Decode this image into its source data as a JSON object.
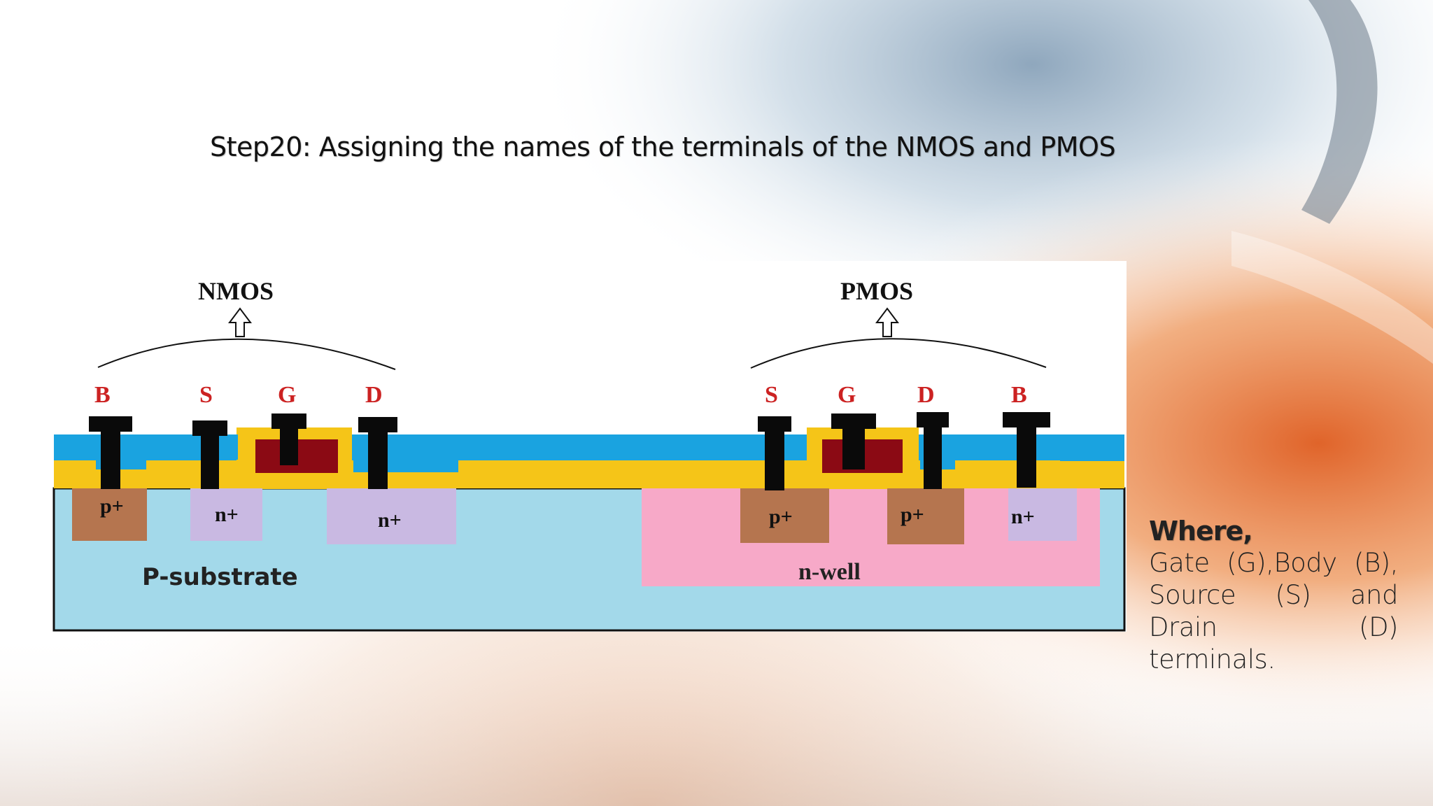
{
  "slide": {
    "title": "Step20: Assigning the names of the terminals of the NMOS and PMOS"
  },
  "diagram": {
    "nmos_label": "NMOS",
    "pmos_label": "PMOS",
    "nmos_terminals": [
      "B",
      "S",
      "G",
      "D"
    ],
    "pmos_terminals": [
      "S",
      "G",
      "D",
      "B"
    ],
    "nmos_regions": [
      "p+",
      "n+",
      "n+"
    ],
    "pmos_regions": [
      "p+",
      "p+",
      "n+"
    ],
    "substrate_label": "P-substrate",
    "well_label": "n-well",
    "colors": {
      "substrate": "#a3d9ea",
      "oxide": "#1aa3e0",
      "field_oxide": "#f5c518",
      "gate_poly": "#8b0a14",
      "metal": "#0a0a0a",
      "p_plus": "#b5754f",
      "n_plus": "#c9b9e2",
      "n_well": "#f7a9c8",
      "terminal_text": "#cc2222"
    }
  },
  "note": {
    "lead": "Where,",
    "body": "Gate (G),Body (B), Source (S) and Drain (D) terminals."
  }
}
